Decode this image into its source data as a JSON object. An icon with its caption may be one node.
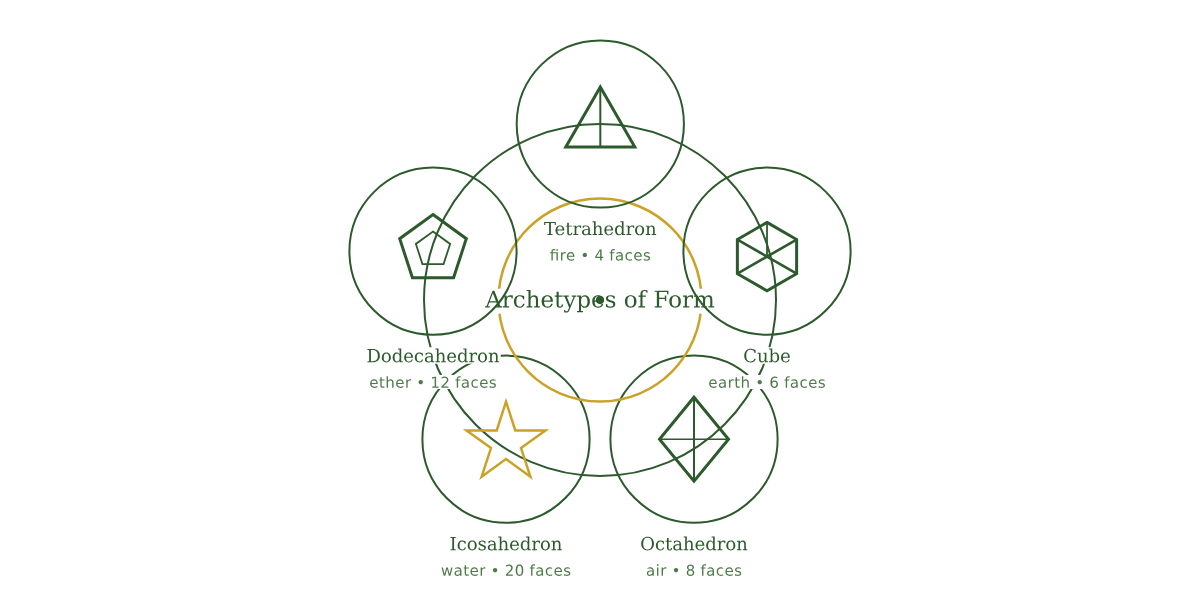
{
  "diagram": {
    "title": "Archetypes of Form",
    "nodes": [
      {
        "text": [
          "Tetrahedron",
          "fire • 4 faces"
        ]
      },
      {
        "text": [
          "Dodecahedron",
          "ether • 12 faces"
        ]
      },
      {
        "text": [
          "Cube",
          "earth • 6 faces"
        ]
      },
      {
        "text": [
          "Icosahedron",
          "water • 20 faces"
        ]
      },
      {
        "text": [
          "Octahedron",
          "air • 8 faces"
        ]
      }
    ]
  }
}
